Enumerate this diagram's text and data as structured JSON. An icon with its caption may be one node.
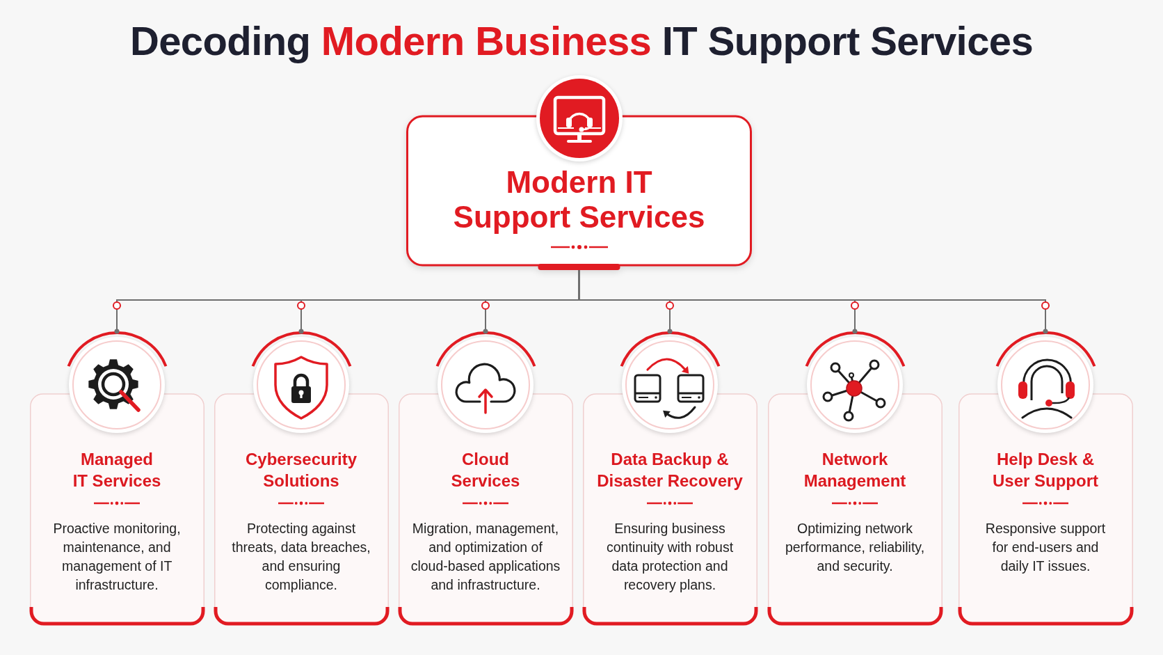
{
  "diagram": {
    "title": "Decoding **Modern Business** IT Support Services",
    "nodes": [
      {
        "text": [
          "Modern IT Support Services"
        ]
      },
      {
        "text": [
          "Managed IT Services",
          "Proactive monitoring, maintenance, and management of IT infrastructure."
        ]
      },
      {
        "text": [
          "Cybersecurity Solutions",
          "Protecting against threats, data breaches, and ensuring compliance."
        ]
      },
      {
        "text": [
          "Cloud Services",
          "Migration, management, and optimization of cloud-based applications and infrastructure."
        ]
      },
      {
        "text": [
          "Data Backup & Disaster Recovery",
          "Ensuring business continuity with robust data protection and recovery plans."
        ]
      },
      {
        "text": [
          "Network Management",
          "Optimizing network performance, reliability, and security."
        ]
      },
      {
        "text": [
          "Help Desk & User Support",
          "Responsive support for end-users and daily IT issues."
        ]
      }
    ],
    "edges": [
      {
        "from": 0,
        "to": 1,
        "arrow": "other"
      },
      {
        "from": 0,
        "to": 2,
        "arrow": "other"
      },
      {
        "from": 0,
        "to": 3,
        "arrow": "other"
      },
      {
        "from": 0,
        "to": 4,
        "arrow": "other"
      },
      {
        "from": 0,
        "to": 5,
        "arrow": "other"
      },
      {
        "from": 0,
        "to": 6,
        "arrow": "other"
      }
    ]
  }
}
